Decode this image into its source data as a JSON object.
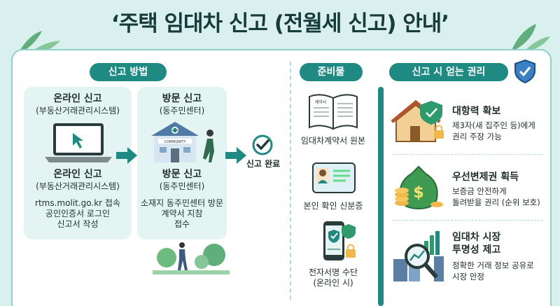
{
  "title": "‘주택 임대차 신고 (전월세 신고) 안내’",
  "method": {
    "header": "신고 방법",
    "online_title": "온라인 신고",
    "online_sub": "(부동산거래관리시스템)",
    "online_title2": "온라인 신고",
    "online_sub2": "(부동산거래관리시스템)",
    "online_desc1": "rtms.molit.go.kr 접속",
    "online_desc2": "공인인증서 로그인",
    "online_desc3": "신고서 작성",
    "visit_title": "방문 신고",
    "visit_sub": "(동주민센터)",
    "visit_title2": "방문 신고",
    "visit_sub2": "(동주민센터)",
    "visit_desc1": "소재지 동주민센터 방문",
    "visit_desc2": "계약서 지참",
    "visit_desc3": "접수",
    "building_sign": "COMMUNITY",
    "done": "신고 완료"
  },
  "prep": {
    "header": "준비물",
    "doc_label": "계약서",
    "item1": "임대차계약서 원본",
    "item2": "본인 확인 신분증",
    "item3a": "전자서명 수단",
    "item3b": "(온라인 시)"
  },
  "rights": {
    "header": "신고 시 얻는 권리",
    "r1_title": "대항력 확보",
    "r1_desc1": "제3자(새 집주인 등)에게",
    "r1_desc2": "권리 주장 가능",
    "r2_title": "우선변제권 획득",
    "r2_desc1": "보증금 안전하게",
    "r2_desc2": "돌려받을 권리 (순위 보호)",
    "r3_title1": "임대차 시장",
    "r3_title2": "투명성 제고",
    "r3_desc1": "정확한 거래 정보 공유로",
    "r3_desc2": "시장 안정"
  },
  "colors": {
    "accent": "#1f8a82",
    "bg": "#d9f0ee",
    "box": "#e4f4f2"
  }
}
